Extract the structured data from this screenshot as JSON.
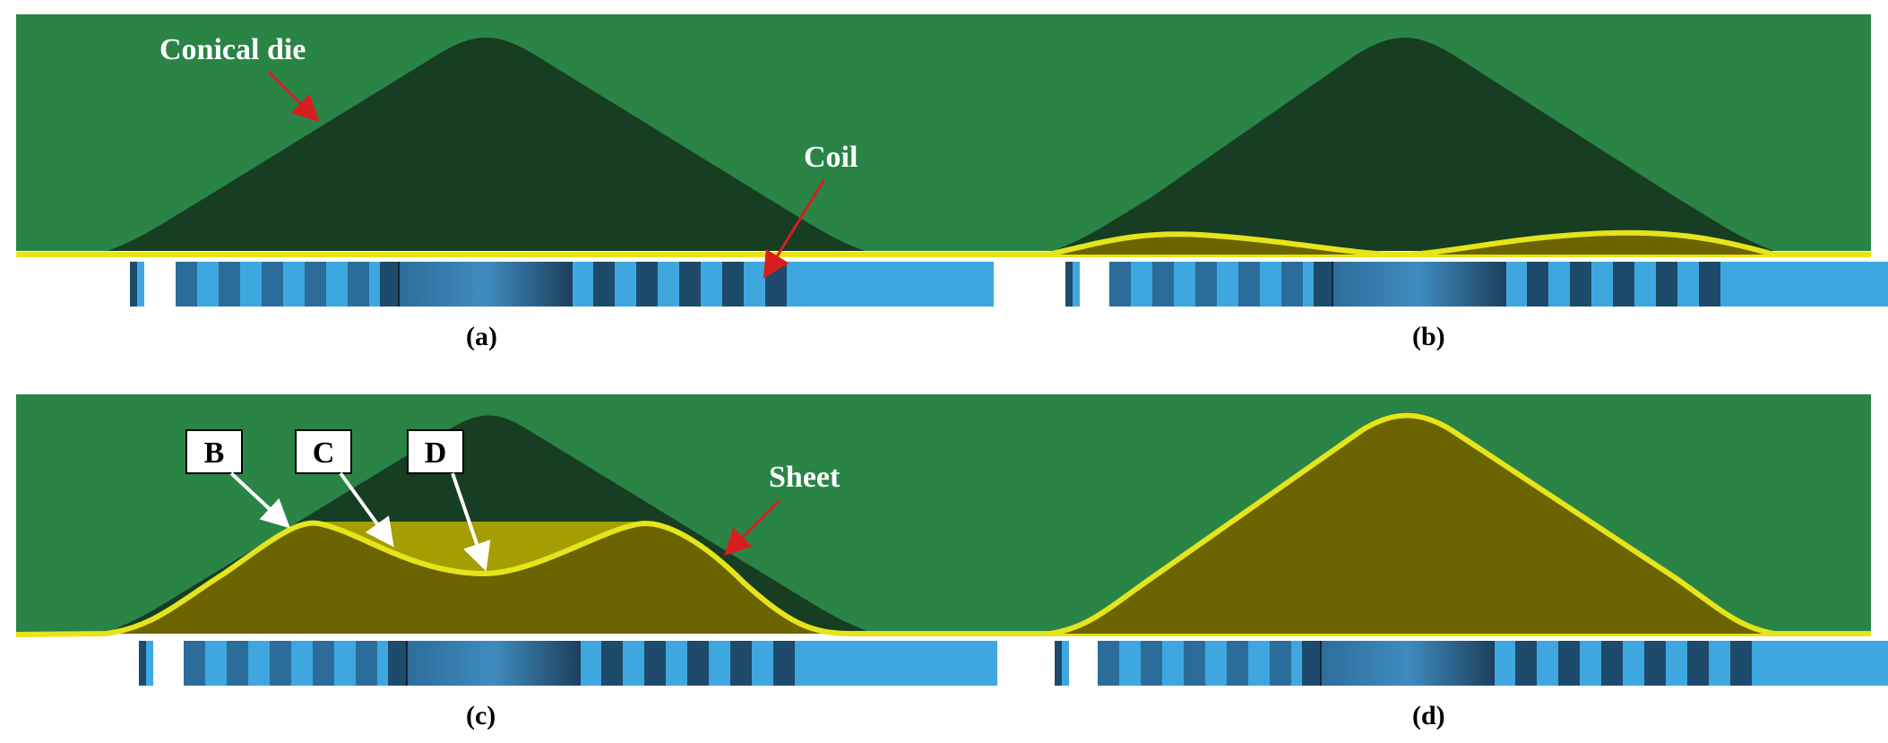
{
  "panels": [
    {
      "caption": "(a)"
    },
    {
      "caption": "(b)"
    },
    {
      "caption": "(c)"
    },
    {
      "caption": "(d)"
    }
  ],
  "labels": {
    "die": "Conical die",
    "coil": "Coil",
    "sheet": "Sheet",
    "point_b": "B",
    "point_c": "C",
    "point_d": "D"
  },
  "colors": {
    "background_green": "#2a8446",
    "die_dark": "#173d22",
    "sheet_line": "#e6e41a",
    "sheet_fill": "#6b6400",
    "sheet_fill_light": "#a59e00",
    "coil_light": "#3fa7df",
    "coil_dark": "#1e4a6b",
    "arrow_red": "#d61e1e",
    "arrow_white": "#ffffff"
  }
}
